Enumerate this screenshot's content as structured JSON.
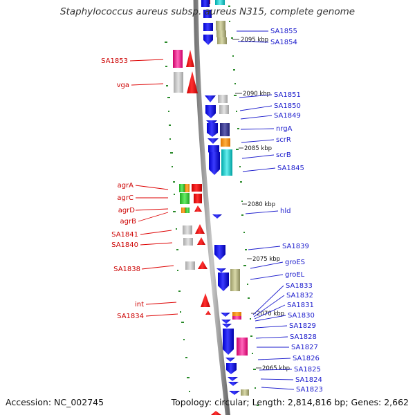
{
  "title": "Staphylococcus aureus subsp. aureus N315, complete genome",
  "footer": {
    "accession": "Accession: NC_002745",
    "topology": "Topology: circular; Length: 2,814,816 bp; Genes: 2,662"
  },
  "colors": {
    "reverse_strand_gene": "#ee0000",
    "forward_strand_gene": "#0000ee",
    "left_label": "#cc0000",
    "right_label": "#1a1acc",
    "backbone": "#999999",
    "gc_ticks": "#2a8a2a"
  },
  "kbp_markers": [
    "2095 kbp",
    "2090 kbp",
    "2085 kbp",
    "2080 kbp",
    "2075 kbp",
    "2070 kbp",
    "2065 kbp"
  ],
  "left_labels": [
    "SA1853",
    "vga",
    "agrA",
    "agrC",
    "agrD",
    "agrB",
    "SA1841",
    "SA1840",
    "SA1838",
    "int",
    "SA1834"
  ],
  "right_labels": [
    "SA1855",
    "SA1854",
    "SA1851",
    "SA1850",
    "SA1849",
    "nrgA",
    "scrR",
    "scrB",
    "SA1845",
    "hld",
    "SA1839",
    "groES",
    "groEL",
    "SA1833",
    "SA1832",
    "SA1831",
    "SA1830",
    "SA1829",
    "SA1828",
    "SA1827",
    "SA1826",
    "SA1825",
    "SA1824",
    "SA1823"
  ]
}
